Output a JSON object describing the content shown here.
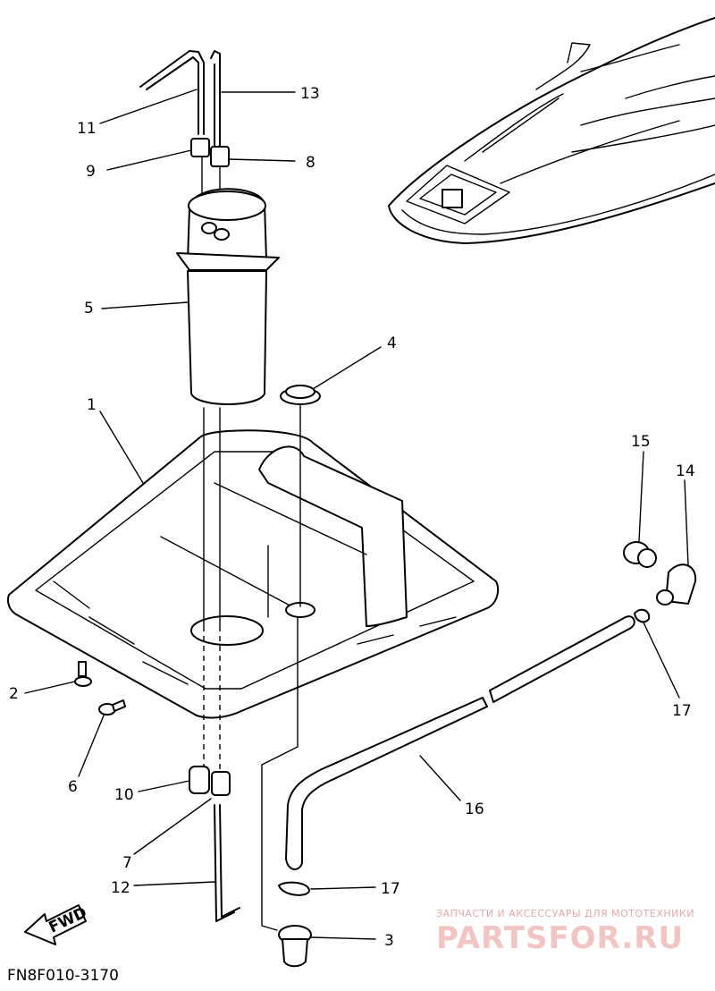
{
  "diagram": {
    "callouts": [
      {
        "id": "c1",
        "text": "1"
      },
      {
        "id": "c2",
        "text": "2"
      },
      {
        "id": "c3",
        "text": "3"
      },
      {
        "id": "c4",
        "text": "4"
      },
      {
        "id": "c5",
        "text": "5"
      },
      {
        "id": "c6",
        "text": "6"
      },
      {
        "id": "c7",
        "text": "7"
      },
      {
        "id": "c8",
        "text": "8"
      },
      {
        "id": "c9",
        "text": "9"
      },
      {
        "id": "c10",
        "text": "10"
      },
      {
        "id": "c11",
        "text": "11"
      },
      {
        "id": "c12",
        "text": "12"
      },
      {
        "id": "c13",
        "text": "13"
      },
      {
        "id": "c14",
        "text": "14"
      },
      {
        "id": "c15",
        "text": "15"
      },
      {
        "id": "c16",
        "text": "16"
      },
      {
        "id": "c17a",
        "text": "17"
      },
      {
        "id": "c17b",
        "text": "17"
      }
    ],
    "fwd_label": "FWD",
    "diagram_code": "FN8F010-3170"
  },
  "watermark": {
    "tagline": "ЗАПЧАСТИ И АКСЕССУАРЫ ДЛЯ МОТОТЕХНИКИ",
    "brand": "PARTSFOR.RU"
  }
}
